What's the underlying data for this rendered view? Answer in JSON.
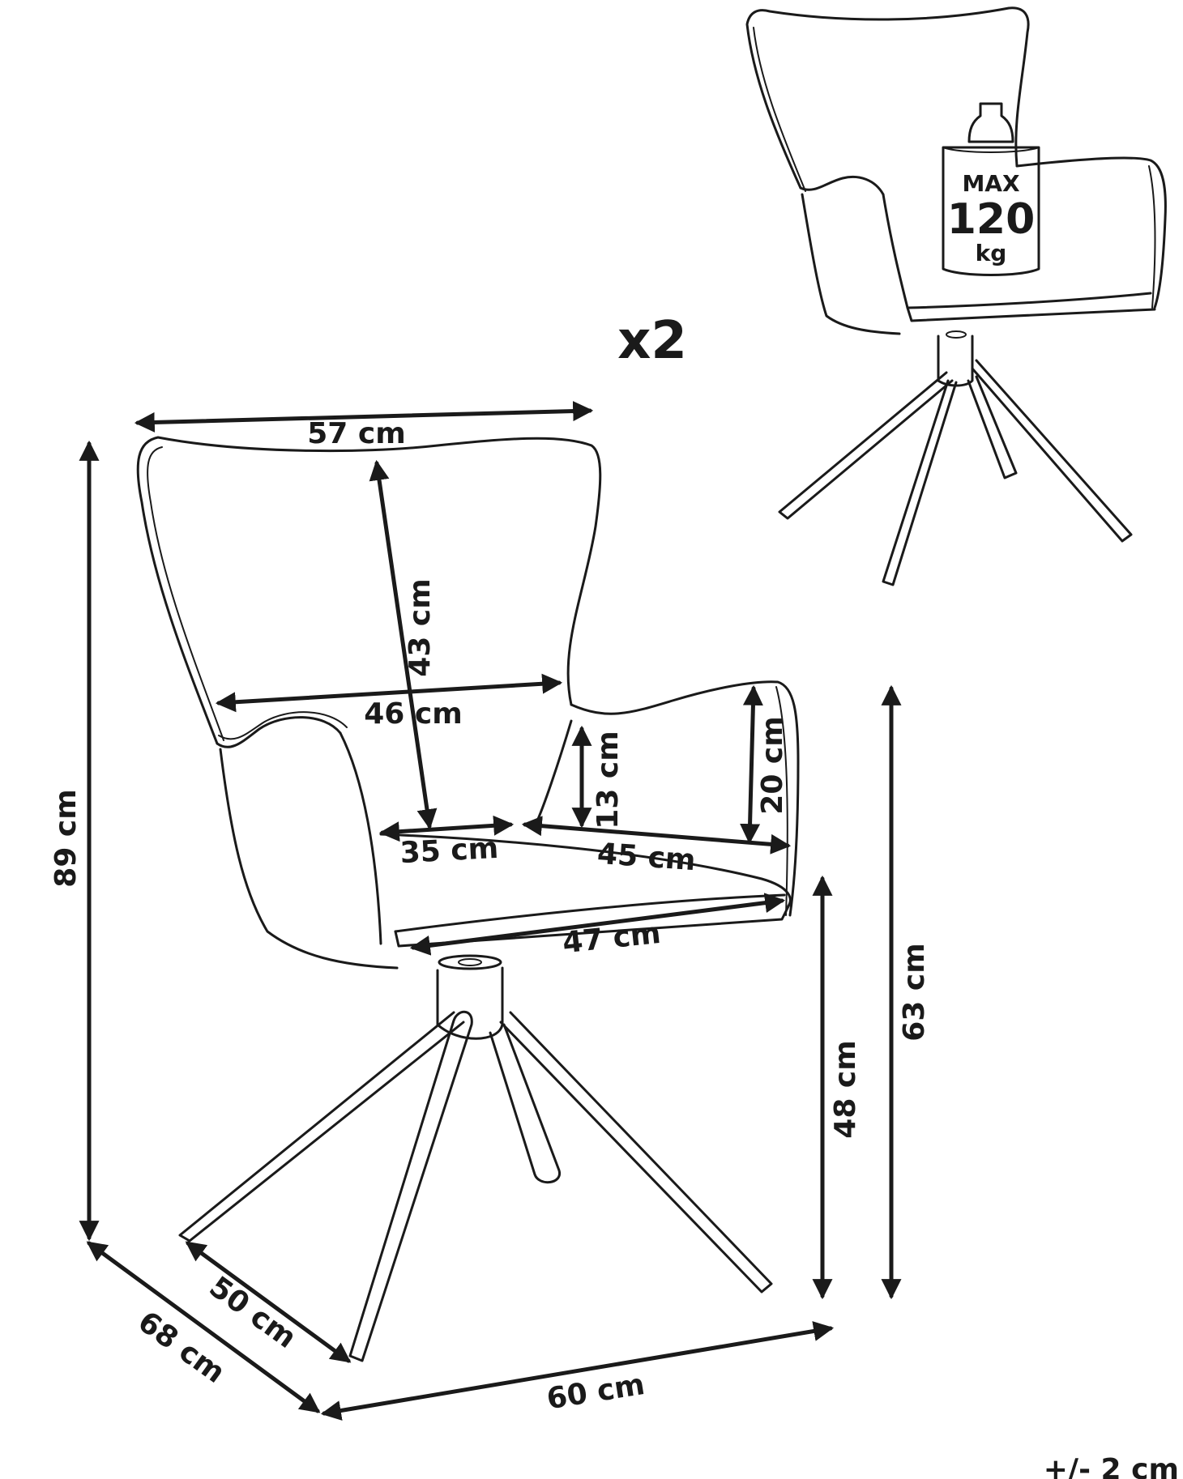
{
  "quantity": "x2",
  "max_load": {
    "line1": "MAX",
    "line2": "120",
    "line3": "kg"
  },
  "tolerance": "+/- 2 cm",
  "dimensions": {
    "backrest_width": "57 cm",
    "backrest_height": "43 cm",
    "backrest_inner_width": "46 cm",
    "armrest_height_inner": "13 cm",
    "armrest_height_outer": "20 cm",
    "seat_depth_inner": "35 cm",
    "seat_depth": "45 cm",
    "seat_width": "47 cm",
    "total_height": "89 cm",
    "armrest_total_height": "63 cm",
    "seat_height": "48 cm",
    "base_depth": "50 cm",
    "total_depth": "68 cm",
    "total_width": "60 cm"
  }
}
